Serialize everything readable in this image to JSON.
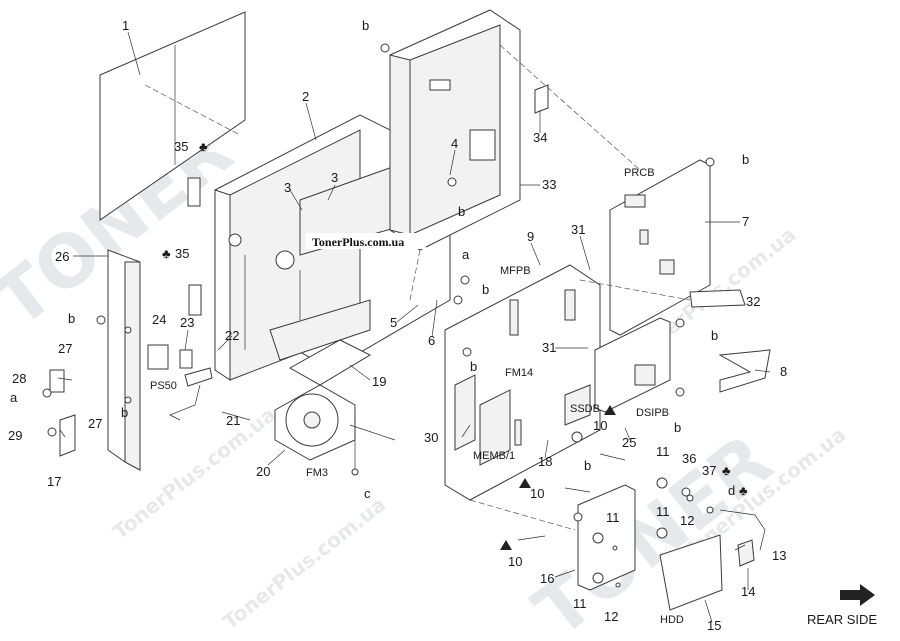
{
  "watermark": {
    "site_label": "TonerPlus.com.ua",
    "brand_words": [
      "TONER",
      "TONER",
      "TONER"
    ],
    "url_words": [
      "TonerPlus.com.ua",
      "TonerPlus.com.ua",
      "TonerPlus.com.ua",
      "TonerPlus.com.ua"
    ],
    "color": "#e3e7ea"
  },
  "labels": {
    "l1": "1",
    "l2": "2",
    "l3a": "3",
    "l3b": "3",
    "l4": "4",
    "l5": "5",
    "l6": "6",
    "l7": "7",
    "l8": "8",
    "l9": "9",
    "l10a": "10",
    "l10b": "10",
    "l10c": "10",
    "l11a": "11",
    "l11b": "11",
    "l11c": "11",
    "l11d": "11",
    "l12a": "12",
    "l12b": "12",
    "l13": "13",
    "l14": "14",
    "l15": "15",
    "l16": "16",
    "l17": "17",
    "l18": "18",
    "l19": "19",
    "l20": "20",
    "l21": "21",
    "l22": "22",
    "l23": "23",
    "l24": "24",
    "l25": "25",
    "l26": "26",
    "l27a": "27",
    "l27b": "27",
    "l28": "28",
    "l29": "29",
    "l30": "30",
    "l31a": "31",
    "l31b": "31",
    "l32": "32",
    "l33": "33",
    "l34": "34",
    "l35a": "35",
    "l35b": "35",
    "l36": "36",
    "l37": "37",
    "ba": "b",
    "bb": "b",
    "bc": "b",
    "bd": "b",
    "be": "b",
    "bf": "b",
    "bg": "b",
    "bh": "b",
    "bi": "b",
    "bj": "b",
    "aa": "a",
    "ab": "a",
    "c": "c",
    "d": "d"
  },
  "tags": {
    "prcb": "PRCB",
    "mfpb": "MFPB",
    "ps50": "PS50",
    "fm14": "FM14",
    "fm3": "FM3",
    "ssdb": "SSDB",
    "dsipb": "DSIPB",
    "memb": "MEMB/1",
    "hdd": "HDD"
  },
  "symbols": {
    "club": "♣",
    "warning": "!"
  },
  "rear_side": "REAR SIDE"
}
